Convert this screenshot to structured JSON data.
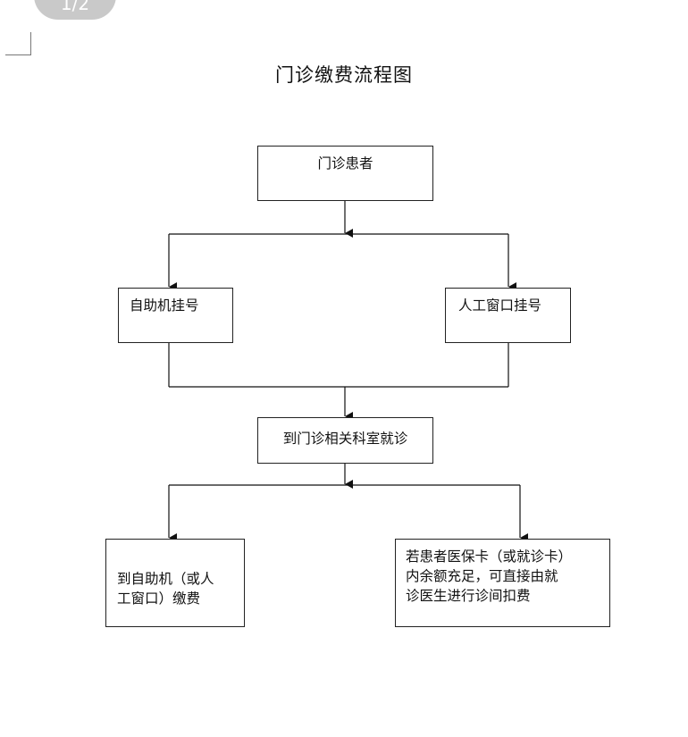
{
  "viewer": {
    "page_indicator": "1/2"
  },
  "document": {
    "title": "门诊缴费流程图"
  },
  "flowchart": {
    "nodes": {
      "patient": {
        "lines": [
          "门诊患者"
        ]
      },
      "self_registration": {
        "lines": [
          "自助机挂号"
        ]
      },
      "window_registration": {
        "lines": [
          "人工窗口挂号"
        ]
      },
      "department_visit": {
        "lines": [
          "到门诊相关科室就诊"
        ]
      },
      "pay_at_machine": {
        "lines": [
          "到自助机（或人",
          "工窗口）缴费"
        ]
      },
      "card_deduction": {
        "lines": [
          "若患者医保卡（或就诊卡）",
          "内余额充足，可直接由就",
          "诊医生进行诊间扣费"
        ]
      }
    }
  }
}
